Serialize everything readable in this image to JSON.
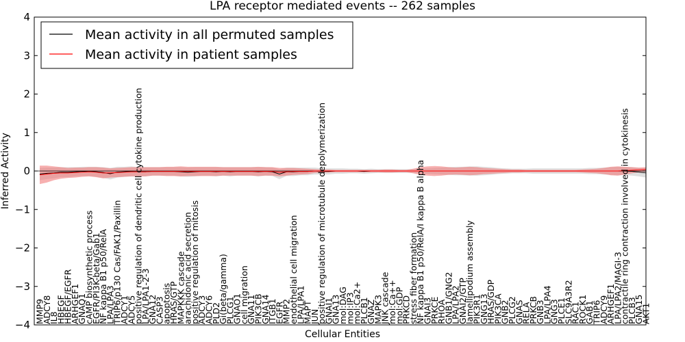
{
  "chart_data": {
    "type": "line",
    "title": "LPA receptor mediated events -- 262 samples",
    "xlabel": "Cellular Entities",
    "ylabel": "Inferred Activity",
    "ylim": [
      -4,
      4
    ],
    "yticks": [
      "4",
      "3",
      "2",
      "1",
      "0",
      "−1",
      "−2",
      "−3",
      "−4"
    ],
    "legend": {
      "position": "top-left"
    },
    "categories": [
      "MMP9",
      "ADCY8",
      "IL8",
      "HBEGF",
      "HBEGF/EGFR",
      "ARHGEF1",
      "GNAQ1",
      "cAMP biosynthetic process",
      "EGFR/PI3K-beta/Gab1",
      "NF kappa B1 p50/RelA",
      "LPA/LPA3",
      "TRIP6/p130 Cas/FAK1/Paxillin",
      "ADCY1",
      "ADCY5",
      "positive regulation of dendritic cell cytokine production",
      "LPA/LPA1-2-3",
      "GNA12",
      "CASP3",
      "apoptosis",
      "HRAS/GTP",
      "MAPKKK cascade",
      "arachidonic acid secretion",
      "positive regulation of mitosis",
      "ADCY3",
      "ADCY6",
      "PLD2",
      "Gi(beta/gamma)",
      "PLCG1",
      "GNAO1",
      "cell migration",
      "GNA11",
      "PIK3CB",
      "GNA14",
      "ITGB1",
      "EGFR",
      "MMP2",
      "endothelial cell migration",
      "LPA/LPA1",
      "MAPT",
      "JUN",
      "positive regulation of microtubule depolymerization",
      "GNAI1",
      "GNA13",
      "mol:DAG",
      "mol:IP3",
      "mol:Ca2+",
      "PLCB1",
      "GNAZ",
      "MAPK3",
      "JNK cascade",
      "mol:Ca++",
      "mol:GDP",
      "PRKCD",
      "stress fiber formation",
      "NF kappa B1 p50/RelA/I kappa B alpha",
      "GNAI3",
      "PRKCE",
      "RHOA",
      "GNB1/GNG2",
      "LPA/LPA2",
      "GNAI2/GTP",
      "lamellipodium assembly",
      "PIK3R1",
      "GNG13",
      "HRAS/GDP",
      "PIK3CA",
      "GNB2",
      "PLCG2",
      "GNAS",
      "RELA",
      "PRKCB",
      "GNB3",
      "LPA/LPA4",
      "GNG3",
      "PLCE1",
      "SLC9A3R2",
      "RAC1",
      "ROCK1",
      "GAB1",
      "TRIP6",
      "ADCY9",
      "ARHGEF1",
      "LPA/LPA2/MAGI-3",
      "contractile ring contraction involved in cytokinesis",
      "PLCB3",
      "GNA15",
      "AKT1"
    ],
    "series": [
      {
        "name": "Mean activity in all permuted samples",
        "color": "#000000",
        "values": [
          -0.08,
          -0.06,
          -0.05,
          -0.03,
          -0.03,
          -0.02,
          -0.01,
          -0.01,
          -0.02,
          -0.04,
          -0.07,
          -0.03,
          -0.02,
          -0.01,
          -0.02,
          -0.02,
          -0.01,
          -0.01,
          -0.01,
          -0.01,
          -0.02,
          -0.03,
          -0.02,
          -0.01,
          -0.01,
          -0.02,
          -0.01,
          -0.02,
          -0.01,
          -0.01,
          -0.01,
          -0.02,
          -0.01,
          -0.02,
          -0.08,
          -0.02,
          -0.02,
          -0.01,
          -0.01,
          0.0,
          -0.01,
          -0.01,
          0.0,
          0.0,
          0.0,
          0.0,
          -0.01,
          0.0,
          0.0,
          0.0,
          0.0,
          0.0,
          0.0,
          0.0,
          0.0,
          0.0,
          0.0,
          0.0,
          0.0,
          0.0,
          0.0,
          0.0,
          0.0,
          0.0,
          0.0,
          0.0,
          0.0,
          0.0,
          0.0,
          0.0,
          0.0,
          0.0,
          0.0,
          0.0,
          0.0,
          0.0,
          0.0,
          0.0,
          0.0,
          0.0,
          0.0,
          0.0,
          0.0,
          0.0,
          -0.01,
          -0.03,
          -0.05
        ],
        "band": [
          0.16,
          0.15,
          0.14,
          0.13,
          0.13,
          0.12,
          0.12,
          0.12,
          0.13,
          0.14,
          0.15,
          0.14,
          0.13,
          0.13,
          0.12,
          0.12,
          0.11,
          0.11,
          0.11,
          0.11,
          0.12,
          0.12,
          0.12,
          0.11,
          0.11,
          0.12,
          0.11,
          0.12,
          0.11,
          0.11,
          0.11,
          0.12,
          0.11,
          0.11,
          0.13,
          0.11,
          0.11,
          0.1,
          0.1,
          0.09,
          0.08,
          0.08,
          0.07,
          0.07,
          0.06,
          0.06,
          0.06,
          0.06,
          0.05,
          0.05,
          0.05,
          0.05,
          0.05,
          0.05,
          0.06,
          0.07,
          0.08,
          0.09,
          0.1,
          0.11,
          0.11,
          0.12,
          0.12,
          0.11,
          0.1,
          0.08,
          0.07,
          0.06,
          0.06,
          0.06,
          0.07,
          0.07,
          0.07,
          0.07,
          0.07,
          0.07,
          0.07,
          0.07,
          0.08,
          0.08,
          0.09,
          0.1,
          0.11,
          0.11,
          0.11,
          0.11,
          0.12
        ]
      },
      {
        "name": "Mean activity in patient samples",
        "color": "#ff0000",
        "values": [
          -0.1,
          -0.08,
          -0.06,
          -0.05,
          -0.05,
          -0.04,
          -0.03,
          -0.02,
          -0.03,
          -0.05,
          -0.05,
          -0.04,
          -0.03,
          -0.02,
          -0.02,
          -0.02,
          -0.01,
          -0.01,
          -0.01,
          -0.01,
          -0.01,
          -0.01,
          -0.01,
          -0.01,
          -0.01,
          -0.01,
          -0.01,
          -0.01,
          -0.01,
          -0.01,
          -0.01,
          -0.01,
          -0.01,
          -0.01,
          -0.03,
          -0.02,
          -0.01,
          -0.01,
          -0.01,
          0.0,
          0.0,
          0.0,
          0.0,
          0.0,
          0.0,
          0.0,
          0.0,
          0.0,
          0.0,
          0.0,
          0.0,
          0.0,
          0.0,
          0.0,
          0.0,
          0.0,
          0.0,
          0.0,
          0.0,
          0.0,
          0.0,
          0.0,
          0.0,
          0.0,
          0.0,
          0.0,
          0.0,
          0.0,
          0.0,
          0.0,
          0.0,
          0.0,
          0.0,
          0.0,
          0.0,
          0.0,
          0.0,
          0.0,
          0.0,
          0.0,
          0.0,
          0.0,
          0.0,
          0.01,
          0.02,
          0.03,
          0.04
        ],
        "band": [
          0.24,
          0.22,
          0.18,
          0.15,
          0.13,
          0.13,
          0.12,
          0.12,
          0.13,
          0.14,
          0.12,
          0.12,
          0.12,
          0.12,
          0.12,
          0.12,
          0.11,
          0.11,
          0.12,
          0.12,
          0.13,
          0.12,
          0.12,
          0.12,
          0.12,
          0.12,
          0.11,
          0.11,
          0.11,
          0.11,
          0.11,
          0.12,
          0.11,
          0.11,
          0.11,
          0.1,
          0.09,
          0.08,
          0.07,
          0.05,
          0.04,
          0.04,
          0.03,
          0.03,
          0.03,
          0.03,
          0.03,
          0.03,
          0.03,
          0.04,
          0.04,
          0.03,
          0.03,
          0.06,
          0.1,
          0.12,
          0.13,
          0.12,
          0.1,
          0.09,
          0.1,
          0.11,
          0.1,
          0.08,
          0.07,
          0.06,
          0.05,
          0.04,
          0.04,
          0.03,
          0.03,
          0.03,
          0.03,
          0.03,
          0.03,
          0.03,
          0.03,
          0.04,
          0.05,
          0.06,
          0.08,
          0.11,
          0.12,
          0.1,
          0.08,
          0.06,
          0.06
        ]
      }
    ]
  }
}
